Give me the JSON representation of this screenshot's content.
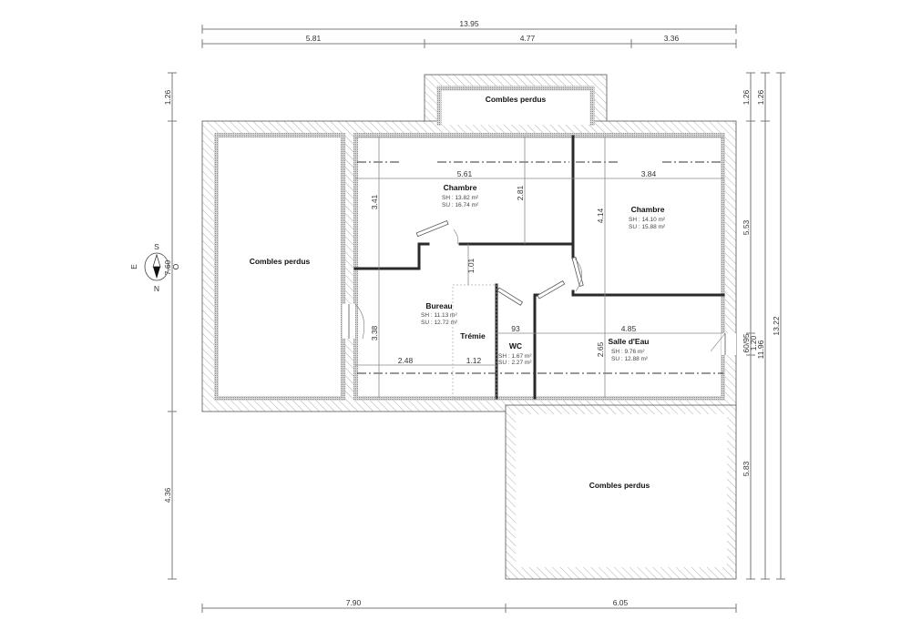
{
  "plan": {
    "dimensions_top": {
      "overall": "13.95",
      "segments": [
        "5.81",
        "4.77",
        "3.36"
      ]
    },
    "dimensions_bottom": {
      "segments": [
        "7.90",
        "6.05"
      ]
    },
    "dimensions_left": {
      "segments": [
        "1.26",
        "7.60",
        "4.36"
      ]
    },
    "dimensions_right": {
      "inner": [
        "1.26",
        "5.53",
        "60/95",
        "5.83"
      ],
      "middle": [
        "1.26",
        "1.20",
        "11.96"
      ],
      "outer": [
        "13.22"
      ]
    },
    "compass": {
      "north": "N",
      "south": "S",
      "east": "E",
      "west": "O"
    },
    "rooms": [
      {
        "name": "Combles perdus",
        "sh": "",
        "su": ""
      },
      {
        "name": "Combles perdus",
        "sh": "",
        "su": ""
      },
      {
        "name": "Combles perdus",
        "sh": "",
        "su": ""
      },
      {
        "name": "Chambre",
        "sh": "SH : 13.82 m²",
        "su": "SU : 16.74 m²"
      },
      {
        "name": "Chambre",
        "sh": "SH : 14.10 m²",
        "su": "SU : 15.88 m²"
      },
      {
        "name": "Bureau",
        "sh": "SH : 11.13 m²",
        "su": "SU : 12.72 m²"
      },
      {
        "name": "Trémie",
        "sh": "",
        "su": ""
      },
      {
        "name": "WC",
        "sh": "SH : 1.67 m²",
        "su": "SU : 2.27 m²"
      },
      {
        "name": "Salle d'Eau",
        "sh": "SH : 9.76 m²",
        "su": "SU : 12.88 m²"
      }
    ],
    "interior_dims": {
      "chambre1_width": "5.61",
      "chambre1_height": "3.41",
      "chambre1_slope": "2.81",
      "chambre2_width": "3.84",
      "chambre2_height": "4.14",
      "landing": "1.01",
      "bureau_height": "3.38",
      "bureau_width": "2.48",
      "tremie_width": "1.12",
      "wc_width": "93",
      "sde_width": "4.85",
      "sde_height": "2.65"
    },
    "colors": {
      "wall_stroke": "#555555",
      "partition": "#2a2a2a",
      "dimension": "#7a7a7a"
    }
  }
}
